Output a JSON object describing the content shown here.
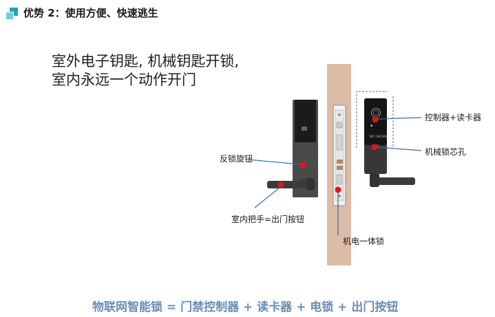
{
  "heading": "优势 2：使用方便、快速逃生",
  "lead": {
    "line1": "室外电子钥匙, 机械钥匙开锁,",
    "line2": "室内永远一个动作开门"
  },
  "labels": {
    "knob": "反锁旋钮",
    "inner_handle": "室内把手=出门按钮",
    "controller": "控制器+读卡器",
    "key_cylinder": "机械锁芯孔",
    "mortise": "机电一体锁"
  },
  "summary": "物联网智能锁 = 门禁控制器 + 读卡器 + 电锁 + 出门按钮",
  "colors": {
    "marker": "#e0141b",
    "leader_line": "#3a6aa8",
    "door_edge": "#dcbca6",
    "summary_text": "#6c8db4",
    "heading_icon": "#1fa6b8"
  }
}
